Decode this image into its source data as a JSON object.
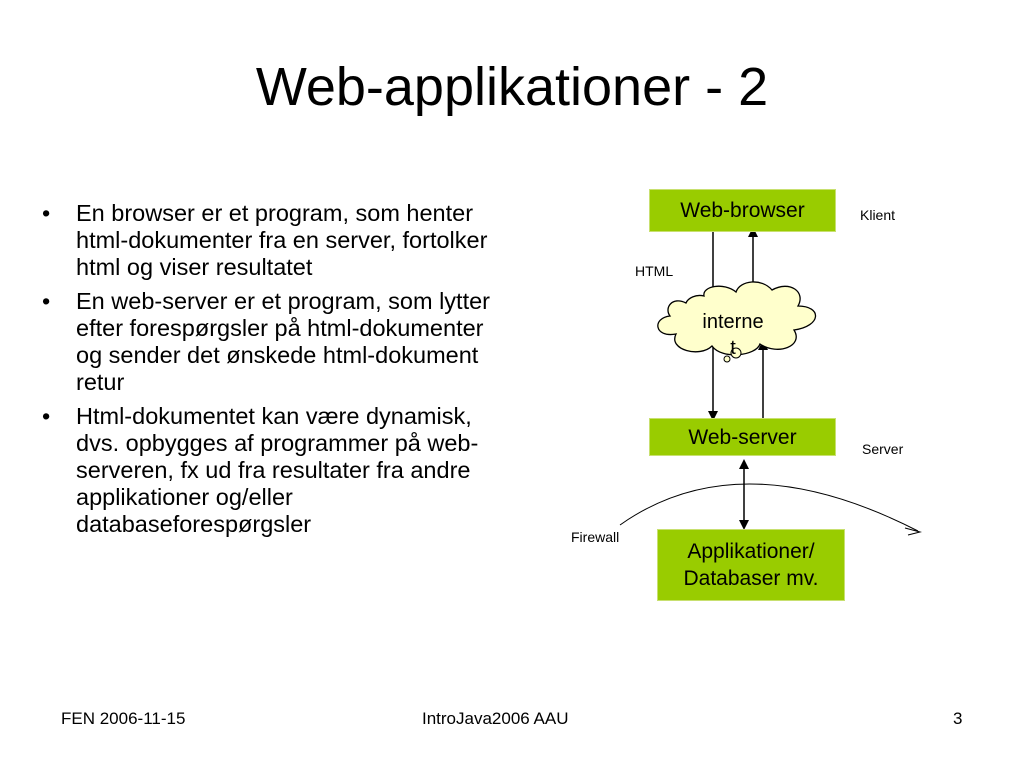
{
  "slide": {
    "title": "Web-applikationer - 2",
    "bullets": [
      {
        "marker": "•",
        "text": "En browser er et program, som henter html-dokumenter fra en server, fortolker html og viser resultatet"
      },
      {
        "marker": "•",
        "text": "En web-server er et program, som lytter efter forespørgsler på html-dokumenter og sender det ønskede html-dokument retur"
      },
      {
        "marker": "•",
        "text": "Html-dokumentet kan være dynamisk, dvs. opbygges af programmer på web-serveren, fx ud fra resultater fra andre applikationer og/eller databaseforespørgsler"
      }
    ]
  },
  "diagram": {
    "web_browser": "Web-browser",
    "web_server": "Web-server",
    "applications_line1": "Applikationer/",
    "applications_line2": "Databaser mv.",
    "cloud_line1": "interne",
    "cloud_line2": "t",
    "label_klient": "Klient",
    "label_html": "HTML",
    "label_server": "Server",
    "label_firewall": "Firewall",
    "box_color": "#99cc00"
  },
  "footer": {
    "left": "FEN 2006-11-15",
    "center": "IntroJava2006 AAU",
    "page_number": "3"
  }
}
